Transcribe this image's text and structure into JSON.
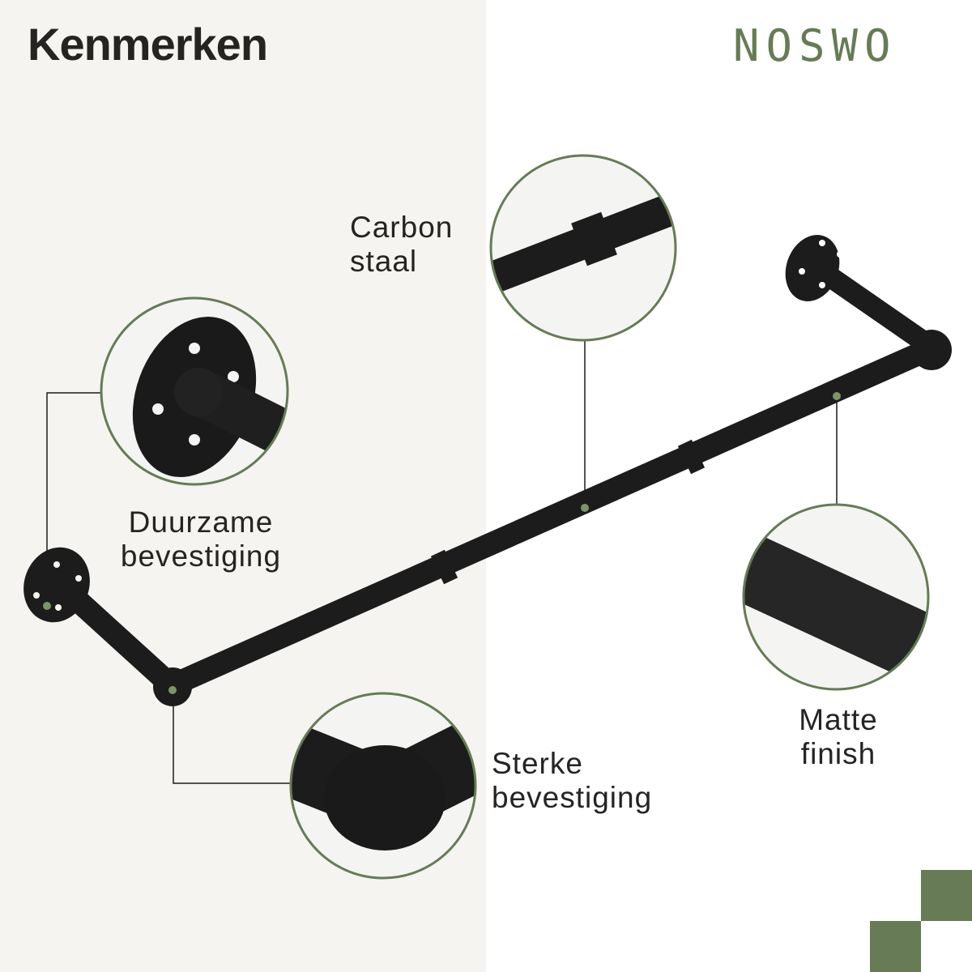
{
  "header": {
    "title": "Kenmerken",
    "brand": "NOSWO"
  },
  "colors": {
    "accent": "#667b56",
    "text": "#252423",
    "left_panel_bg": "#f5f4f1",
    "right_panel_bg": "#ffffff",
    "product": "#1c1c1c"
  },
  "features": [
    {
      "id": "mounting",
      "line1": "Duurzame",
      "line2": "bevestiging",
      "icon": "wall-flange-closeup"
    },
    {
      "id": "material",
      "line1": "Carbon",
      "line2": "staal",
      "icon": "pipe-coupling-closeup"
    },
    {
      "id": "finish",
      "line1": "Matte",
      "line2": "finish",
      "icon": "textured-pipe-closeup"
    },
    {
      "id": "joint",
      "line1": "Sterke",
      "line2": "bevestiging",
      "icon": "elbow-joint-closeup"
    }
  ]
}
